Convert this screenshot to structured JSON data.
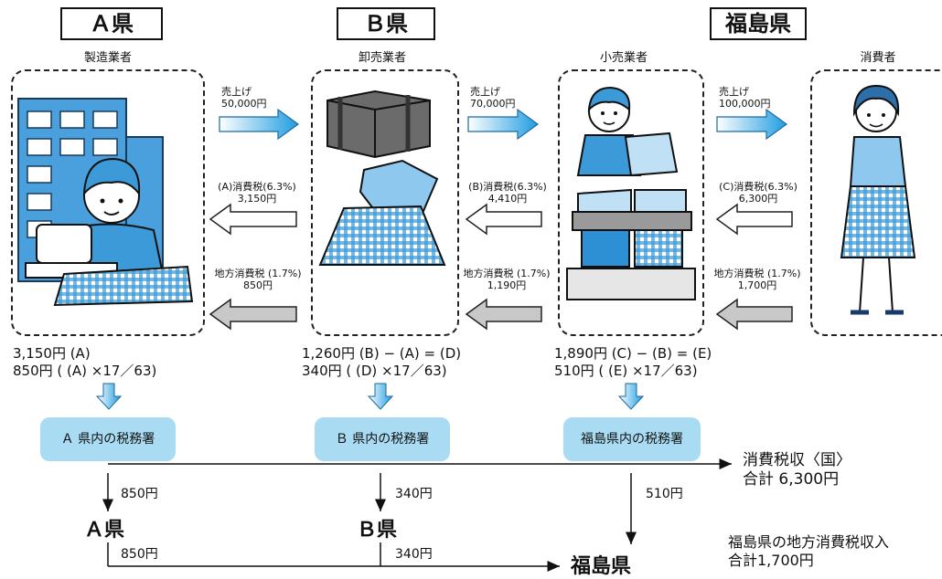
{
  "prefectures": {
    "a": "Ａ県",
    "b": "Ｂ県",
    "fukushima": "福島県"
  },
  "roles": {
    "manufacturer": "製造業者",
    "wholesaler": "卸売業者",
    "retailer": "小売業者",
    "consumer": "消費者"
  },
  "flows": {
    "sale1": {
      "label": "売上げ",
      "amount": "50,000円"
    },
    "sale2": {
      "label": "売上げ",
      "amount": "70,000円"
    },
    "sale3": {
      "label": "売上げ",
      "amount": "100,000円"
    },
    "tax_a": {
      "label": "(A)消費税(6.3%)",
      "amount": "3,150円"
    },
    "tax_b": {
      "label": "(B)消費税(6.3%)",
      "amount": "4,410円"
    },
    "tax_c": {
      "label": "(C)消費税(6.3%)",
      "amount": "6,300円"
    },
    "local1": {
      "label": "地方消費税 (1.7%)",
      "amount": "850円"
    },
    "local2": {
      "label": "地方消費税 (1.7%)",
      "amount": "1,190円"
    },
    "local3": {
      "label": "地方消費税 (1.7%)",
      "amount": "1,700円"
    }
  },
  "calcs": {
    "a_line1": "3,150円 (A)",
    "a_line2": "850円 ( (A) ×17／63)",
    "b_line1": "1,260円 (B) − (A) = (D)",
    "b_line2": "340円 ( (D) ×17／63)",
    "f_line1": "1,890円 (C) − (B) = (E)",
    "f_line2": "510円 ( (E) ×17／63)"
  },
  "offices": {
    "a": "Ａ 県内の税務署",
    "b": "Ｂ 県内の税務署",
    "fukushima": "福島県内の税務署"
  },
  "transfers": {
    "a_national": "850円",
    "b_national": "340円",
    "f_national": "510円",
    "a_local": "850円",
    "b_local": "340円"
  },
  "bottom": {
    "a": "Ａ県",
    "b": "Ｂ県",
    "fukushima": "福島県"
  },
  "summary": {
    "national_title": "消費税収〈国〉",
    "national_total": "合計 6,300円",
    "local_title": "福島県の地方消費税収入",
    "local_total": "合計1,700円"
  },
  "colors": {
    "blue_arrow": "#29a3e0",
    "gray_arrow": "#c8c8c8",
    "office_bg": "#a9dcf3",
    "figure_blue": "#3d9ad8"
  }
}
